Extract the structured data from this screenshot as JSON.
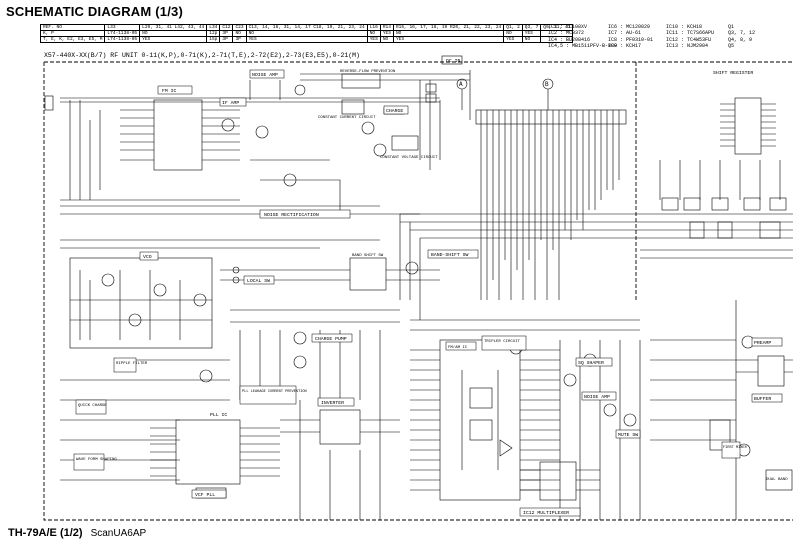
{
  "header": {
    "title": "SCHEMATIC DIAGRAM (1/3)",
    "unit_label": "X57-440X-XX(B/7) RF UNIT  0-11(K,P),0-71(K),2-71(T,E),2-72(E2),2-73(E3,E5),0-21(M)"
  },
  "ref_table": {
    "rows": [
      [
        "REF. NO",
        "L33",
        "L29, 31, 41 L42, 43, 44",
        "L34",
        "C12",
        "C23",
        "C13, 14, 16, 31, 14, 17 C18, 19, 21, 23, 24",
        "L16",
        "R14",
        "R15, 16, 17, 18, 19 R20, 21, 22, 23, 24",
        "Q1, 2",
        "Q3, 7",
        "Q9, 31, 41"
      ],
      [
        "K, P",
        "L74-1138-05",
        "NO",
        "12p",
        "3P",
        "NO",
        "NO",
        "NO",
        "YES",
        "NO",
        "NO",
        "YES",
        ""
      ],
      [
        "T, E, K, E2, E3, E5, M",
        "L74-1138-05",
        "YES",
        "15p",
        "3P",
        "3P",
        "YES",
        "YES",
        "NO",
        "YES",
        "YES",
        "NO",
        ""
      ]
    ]
  },
  "ic_legend": {
    "col1": [
      "IC1 : TC108XV",
      "IC2 : MC3372",
      "IC4 : BU208416",
      "IC4,5 : MB1511PFV-B-880"
    ],
    "col2": [
      "IC6 : MC120020",
      "IC7 : AU-61",
      "IC8 : PF0310-01",
      "IC9 : KCH17"
    ],
    "col3": [
      "IC10 : KCH18",
      "IC11 : TC7S66APU",
      "IC12 : TC4W53FU",
      "IC13 : NJM2904"
    ],
    "col4": [
      "Q1",
      "Q3, 7, 12",
      "Q4, 8, 9",
      "Q5"
    ]
  },
  "block_labels": {
    "fm_ic": "FM IC",
    "if_amp": "IF AMP",
    "noise_amp": "NOISE AMP",
    "noise_rect": "NOISE RECTIFICATION",
    "const_current": "CONSTANT CURRENT CIRCUIT",
    "const_voltage": "CONSTANT VOLTAGE CIRCUIT",
    "reverse_flow": "REVERSE-FLOW PREVENTION",
    "charge": "CHARGE",
    "dc_in": "DC IN",
    "shift_register": "SHIFT REGISTER",
    "vco": "VCO",
    "band_shift": "BAND SHIFT SW",
    "band_shift_sw": "BAND-SHIFT SW",
    "local_sw": "LOCAL SW",
    "charge_pump": "CHARGE PUMP",
    "ripple_filter": "RIPPLE FILTER",
    "quick_charge": "QUICK CHARGE",
    "wave_form": "WAVE FORM SHAPING",
    "pll_leakage": "PLL LEAKAGE CURRENT PREVENTION",
    "inverter": "INVERTER",
    "vcf_pll": "VCF PLL",
    "pll_ic": "PLL IC",
    "tripler": "TRIPLER CIRCUIT",
    "fm_am_ic": "FM/AM IC",
    "noise_amp2": "NOISE AMP",
    "sq_shaper": "SQ SHAPER",
    "mute_sw": "MUTE SW",
    "multiplexer": "IC12 MULTIPLEXER",
    "preamp": "PREAMP",
    "buffer": "BUFFER",
    "first_mixer": "FIRST MIXER",
    "dual_band": "DUAL BAND",
    "a_mark": "A",
    "b_mark": "B"
  },
  "footer": {
    "model": "TH-79A/E (1/2)",
    "scan": "ScanUA6AP"
  }
}
